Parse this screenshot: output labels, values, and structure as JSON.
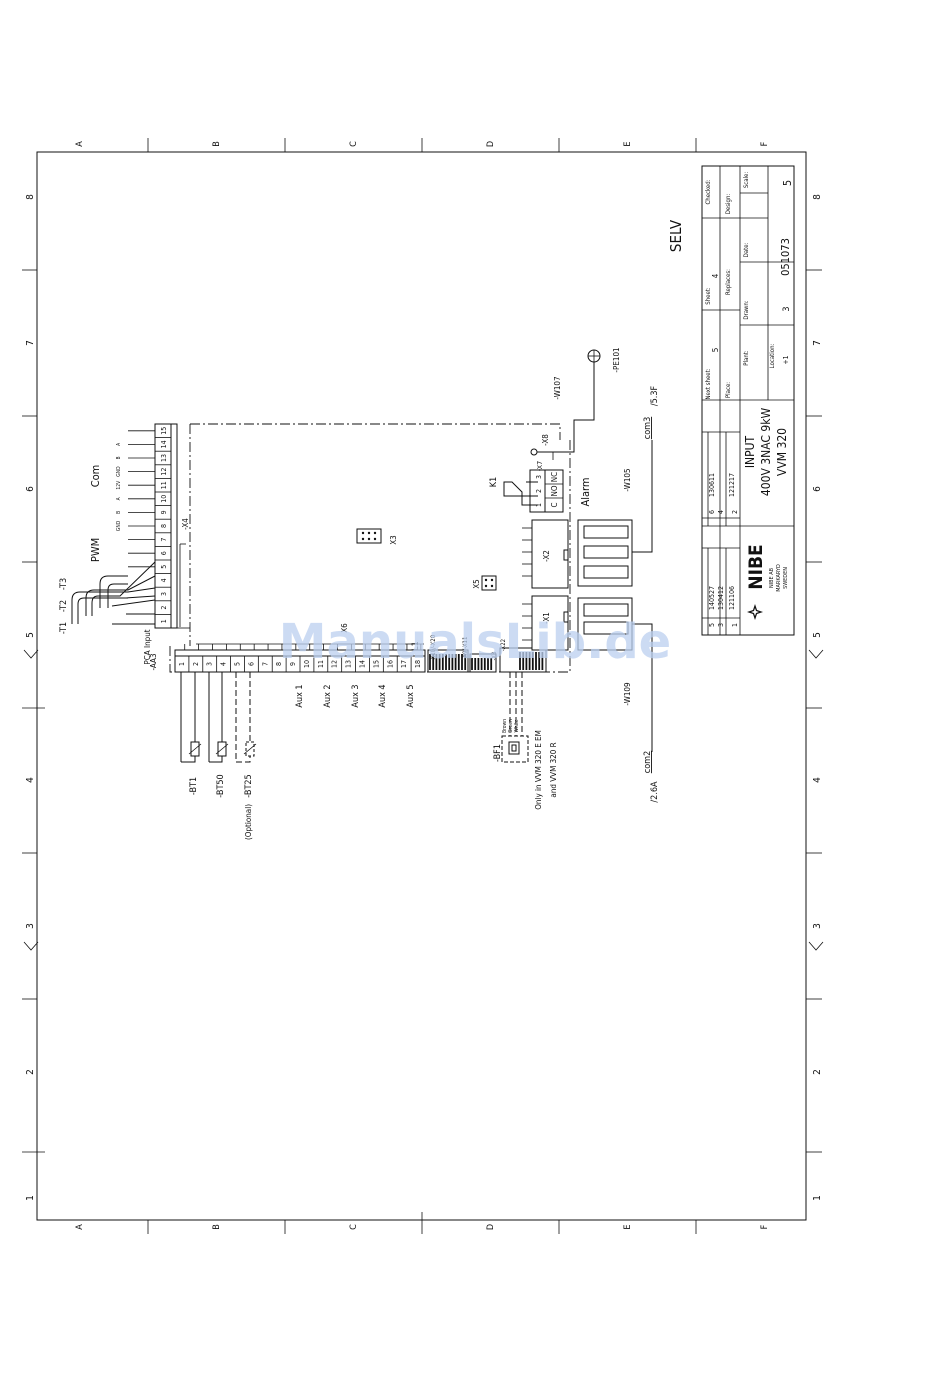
{
  "frame": {
    "columns": [
      "A",
      "B",
      "C",
      "D",
      "E",
      "F"
    ],
    "rows": [
      "1",
      "2",
      "3",
      "4",
      "5",
      "6",
      "7",
      "8"
    ]
  },
  "title_block": {
    "labels": {
      "checked": "Checked:",
      "design": "Design:",
      "scale": "Scale:",
      "sheet": "Sheet:",
      "replaces": "Replaces:",
      "date": "Date:",
      "drawn": "Drawn:",
      "next_sheet": "Next sheet:",
      "place": "Place:",
      "plant": "Plant:",
      "location": "Location:"
    },
    "values": {
      "scale": "5",
      "sheet": "4",
      "date": "051073",
      "drawn": "3",
      "next_sheet": "5",
      "location": "+1"
    },
    "title_lines": [
      "INPUT",
      "400V 3NAC 9kW",
      "VVM 320"
    ],
    "revisions": [
      {
        "rev": "6",
        "date": "130611"
      },
      {
        "rev": "4",
        "date": "121217"
      },
      {
        "rev": "2",
        "date": ""
      },
      {
        "rev": "5",
        "date": "140527"
      },
      {
        "rev": "3",
        "date": "130412"
      },
      {
        "rev": "1",
        "date": "121106"
      }
    ],
    "company": {
      "logo": "NIBE",
      "lines": [
        "NIBE AB",
        "MARKARYD",
        "SWEDEN"
      ]
    }
  },
  "schematic": {
    "selv": "SELV",
    "board": "-AA3",
    "board_sub": "PCA Input",
    "x4": {
      "label": "-X4",
      "pins": [
        "1",
        "2",
        "3",
        "4",
        "5",
        "6",
        "7",
        "8",
        "9",
        "10",
        "11",
        "12",
        "13",
        "14",
        "15"
      ],
      "signals": [
        "GND",
        "B",
        "A",
        "12V",
        "GND",
        "B",
        "A"
      ],
      "group_pwm": "PWM",
      "group_com": "Com",
      "sensors": [
        "-T1",
        "-T2",
        "-T3"
      ]
    },
    "bottom_terminal": {
      "pins": [
        "1",
        "2",
        "3",
        "4",
        "5",
        "6",
        "7",
        "8",
        "9",
        "10",
        "11",
        "12",
        "13",
        "14",
        "15",
        "16",
        "17",
        "18"
      ],
      "label_x6": "X6",
      "label_l1": "L1"
    },
    "aux": [
      "Aux 1",
      "Aux 2",
      "Aux 3",
      "Aux 4",
      "Aux 5"
    ],
    "sensors": [
      {
        "name": "-BT1",
        "note": ""
      },
      {
        "name": "-BT50",
        "note": ""
      },
      {
        "name": "-BT25",
        "note": "(Optional)"
      }
    ],
    "connectors": {
      "x3": "X3",
      "x5": "X5",
      "x1": "-X1",
      "x2": "-X2",
      "x7": "-X7",
      "x8": "-X8",
      "x10_x20": "-X10/-X20",
      "x22": "-X22",
      "x9_x11": "-X9/-X11",
      "x3b": "-X3"
    },
    "relay": {
      "name": "K1",
      "contacts": [
        "C",
        "NO",
        "NC"
      ],
      "pins": [
        "1",
        "2",
        "3"
      ],
      "alarm": "Alarm"
    },
    "bf1": {
      "name": "-BF1",
      "wires": [
        "Brown",
        "Green",
        "White"
      ],
      "note_1": "Only in VVM 320 E EM",
      "note_2": "and VVM 320 R"
    },
    "cables": {
      "w107": "-W107",
      "pe101": "-PE101",
      "w105": "-W105",
      "w109": "-W109",
      "com3": "com3",
      "ref_com3": "/5.3F",
      "com2": "com2",
      "ref_com2": "/2.6A"
    }
  },
  "watermark": "ManualsLib.de"
}
